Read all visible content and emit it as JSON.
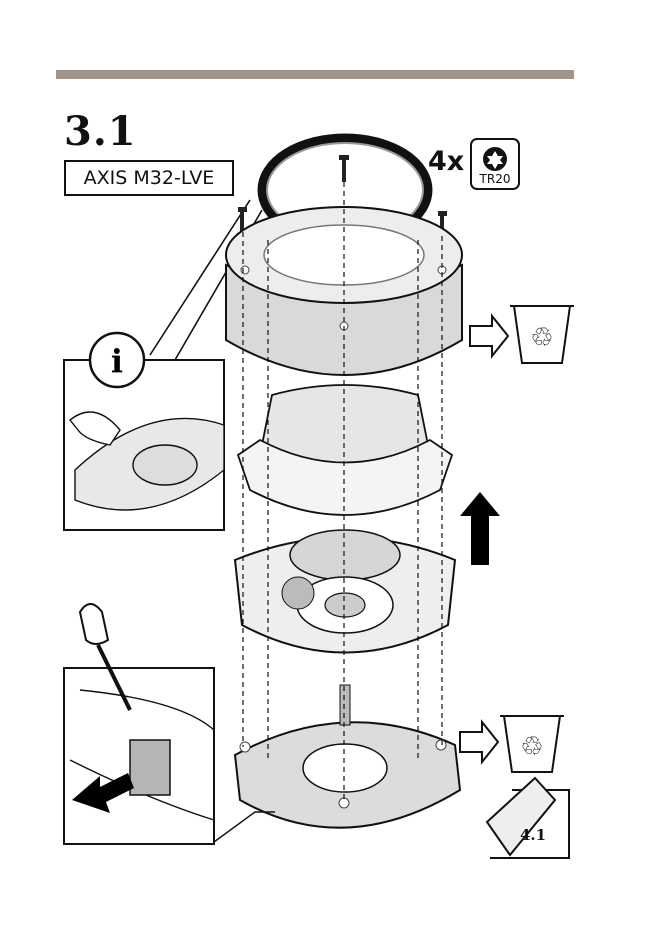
{
  "step": {
    "number": "3.1"
  },
  "product": {
    "model": "AXIS M32-LVE"
  },
  "screws": {
    "count_label": "4x",
    "driver_label": "TR20",
    "driver_icon": "torx-bit-icon"
  },
  "next_step": {
    "label": "4.1"
  },
  "icons": {
    "info": "i",
    "recycle_glyph": "♲",
    "recycle_top": "recycle-bin-icon",
    "recycle_bottom": "recycle-bin-icon",
    "lift": "arrow-up-icon",
    "pull": "arrow-left-icon",
    "dispose": "hollow-arrow-right-icon"
  },
  "colors": {
    "rule": "#a0938a",
    "part_fill": "#d9d9d9",
    "line": "#111111",
    "arrow": "#000000"
  }
}
